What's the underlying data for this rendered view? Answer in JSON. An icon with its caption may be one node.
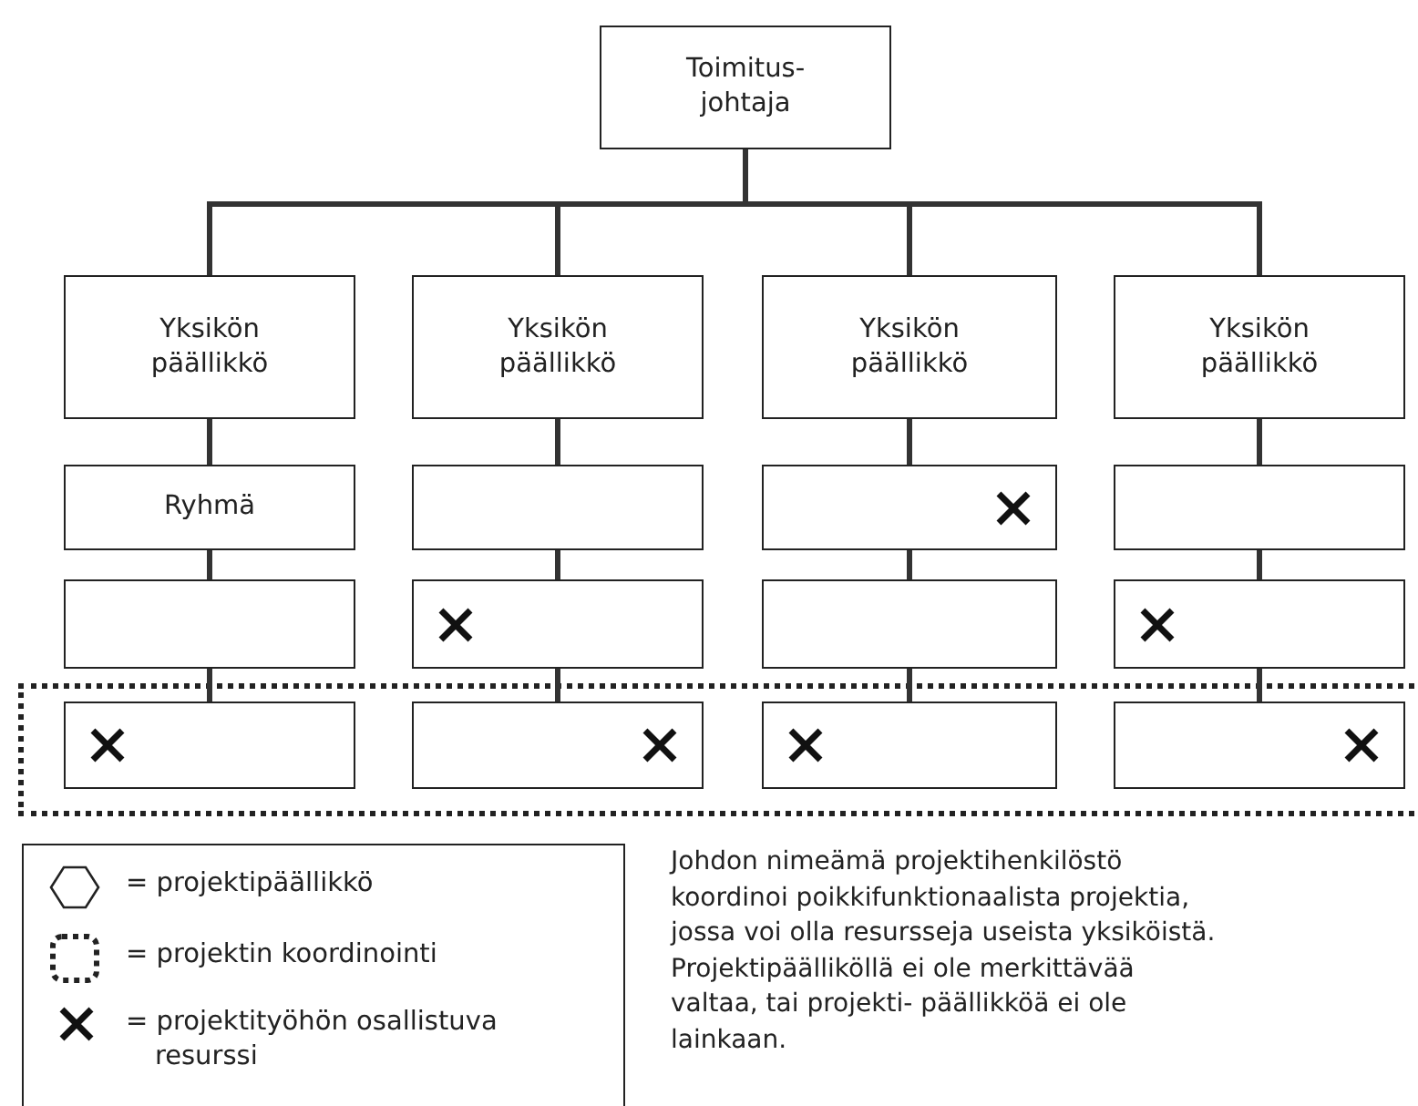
{
  "diagram": {
    "nodes": [
      {
        "text": [
          "Toimitus- johtaja"
        ]
      },
      {
        "text": [
          "Yksikön päällikkö"
        ]
      },
      {
        "text": [
          "Yksikön päällikkö"
        ]
      },
      {
        "text": [
          "Yksikön päällikkö"
        ]
      },
      {
        "text": [
          "Yksikön päällikkö"
        ]
      },
      {
        "text": [
          "Ryhmä"
        ]
      },
      {
        "text": [],
        "shape": "box"
      },
      {
        "text": [],
        "shape": "box"
      },
      {
        "text": [],
        "shape": "box"
      },
      {
        "text": [],
        "shape": "box"
      },
      {
        "text": [],
        "shape": "box"
      },
      {
        "text": [],
        "shape": "box"
      },
      {
        "text": [],
        "shape": "box"
      },
      {
        "text": [],
        "shape": "box"
      },
      {
        "text": [],
        "shape": "box"
      },
      {
        "text": [],
        "shape": "box"
      },
      {
        "text": [],
        "shape": "box"
      },
      {
        "text": [],
        "shape": "cross",
        "in": 7
      },
      {
        "text": [],
        "shape": "cross",
        "in": 10
      },
      {
        "text": [],
        "shape": "cross",
        "in": 12
      },
      {
        "text": [],
        "shape": "cross",
        "in": 13
      },
      {
        "text": [],
        "shape": "cross",
        "in": 14
      },
      {
        "text": [],
        "shape": "cross",
        "in": 15
      },
      {
        "text": [],
        "shape": "cross",
        "in": 16
      }
    ],
    "edges": [
      {
        "from": 0,
        "to": 1,
        "arrow": "none"
      },
      {
        "from": 0,
        "to": 2,
        "arrow": "none"
      },
      {
        "from": 0,
        "to": 3,
        "arrow": "none"
      },
      {
        "from": 0,
        "to": 4,
        "arrow": "none"
      },
      {
        "from": 1,
        "to": 5,
        "arrow": "none"
      },
      {
        "from": 2,
        "to": 6,
        "arrow": "none"
      },
      {
        "from": 3,
        "to": 7,
        "arrow": "none"
      },
      {
        "from": 4,
        "to": 8,
        "arrow": "none"
      },
      {
        "from": 5,
        "to": 9,
        "arrow": "none"
      },
      {
        "from": 6,
        "to": 10,
        "arrow": "none"
      },
      {
        "from": 7,
        "to": 11,
        "arrow": "none"
      },
      {
        "from": 8,
        "to": 12,
        "arrow": "none"
      },
      {
        "from": 9,
        "to": 13,
        "arrow": "none"
      },
      {
        "from": 10,
        "to": 14,
        "arrow": "none"
      },
      {
        "from": 11,
        "to": 15,
        "arrow": "none"
      },
      {
        "from": 12,
        "to": 16,
        "arrow": "none"
      }
    ],
    "labels": [
      "Johdon nimeämä projektihenkilöstö koordinoi poikkifunktionaalista projektia, jossa voi olla resursseja useista yksiköistä. Projektipäälliköllä ei ole merkittävää valtaa, tai projekti- päällikköä ei ole lainkaan."
    ],
    "legend": [
      {
        "text": "= projektipäällikkö"
      },
      {
        "text": "= projektin koordinointi"
      },
      {
        "text": "= projektityöhön osallistuva resurssi"
      }
    ]
  }
}
